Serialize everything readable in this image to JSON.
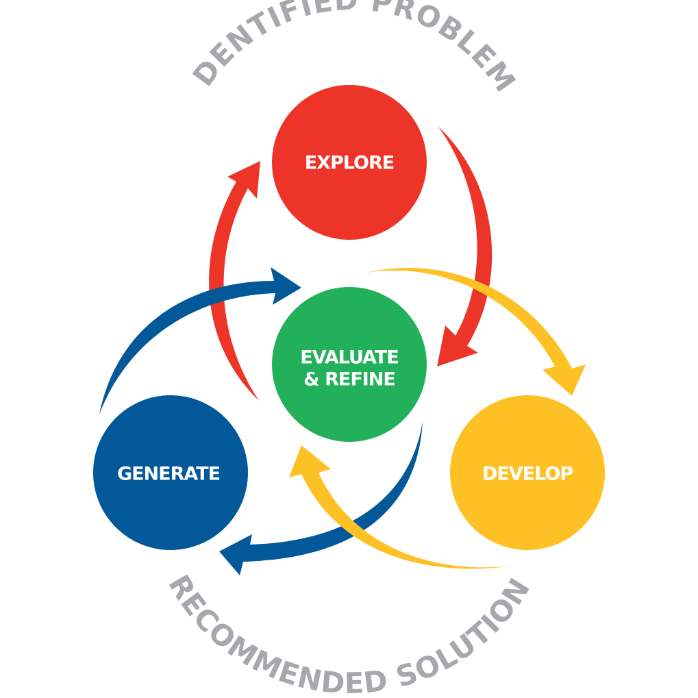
{
  "diagram": {
    "top_label": "IDENTIFIED PROBLEM",
    "bottom_label": "RECOMMENDED SOLUTION",
    "nodes": [
      {
        "id": "explore",
        "label": "EXPLORE",
        "color": "#ec3528"
      },
      {
        "id": "evaluate",
        "label_line1": "EVALUATE",
        "label_line2": "& REFINE",
        "color": "#22b05a"
      },
      {
        "id": "generate",
        "label": "GENERATE",
        "color": "#03589a"
      },
      {
        "id": "develop",
        "label": "DEVELOP",
        "color": "#fdc126"
      }
    ],
    "colors": {
      "label_gray": "#a6a8ab",
      "red": "#ec3528",
      "green": "#22b05a",
      "blue": "#03589a",
      "yellow": "#fdc126"
    }
  }
}
